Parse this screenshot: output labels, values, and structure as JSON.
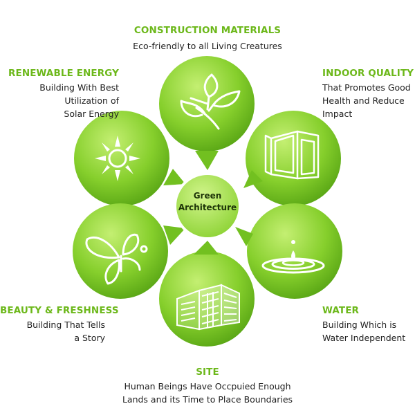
{
  "center": {
    "line1": "Green",
    "line2": "Architecture"
  },
  "colors": {
    "accent": "#6cb81a",
    "bubble_light": "#b4e65c",
    "bubble_dark": "#5ca814",
    "text": "#222222"
  },
  "segments": [
    {
      "id": "construction",
      "title": "CONSTRUCTION MATERIALS",
      "lines": [
        "Eco-friendly to all Living Creatures"
      ],
      "icon": "leaf-icon"
    },
    {
      "id": "indoor",
      "title": "INDOOR QUALITY",
      "lines": [
        "That Promotes Good",
        "Health and Reduce",
        "Impact"
      ],
      "icon": "window-icon"
    },
    {
      "id": "water",
      "title": "WATER",
      "lines": [
        "Building Which is",
        "Water Independent"
      ],
      "icon": "water-drop-icon"
    },
    {
      "id": "site",
      "title": "SITE",
      "lines": [
        "Human Beings Have Occpuied Enough",
        "Lands and its Time to Place Boundaries"
      ],
      "icon": "building-icon"
    },
    {
      "id": "beauty",
      "title": "BEAUTY & FRESHNESS",
      "lines": [
        "Building That Tells",
        "a Story"
      ],
      "icon": "butterfly-icon"
    },
    {
      "id": "renewable",
      "title": "RENEWABLE ENERGY",
      "lines": [
        "Building With Best",
        "Utilization of",
        "Solar Energy"
      ],
      "icon": "sun-icon"
    }
  ]
}
